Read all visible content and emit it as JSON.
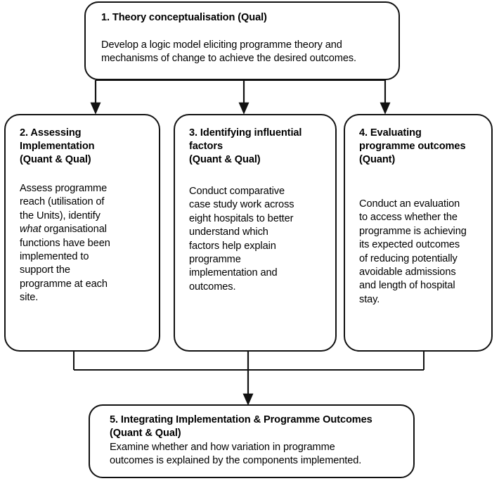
{
  "diagram": {
    "type": "flowchart",
    "orientation": "top-down",
    "stroke_color": "#111111",
    "background_color": "#ffffff",
    "nodes": [
      {
        "id": "node-1",
        "title": "1. Theory conceptualisation (Qual)",
        "body": "Develop a logic model eliciting programme theory and\nmechanisms of change to achieve the desired outcomes."
      },
      {
        "id": "node-2",
        "title": "2. Assessing\nImplementation\n(Quant & Qual)",
        "body_prefix": "Assess programme\nreach (utilisation of\nthe Units), identify\n",
        "body_italic": "what",
        "body_suffix": " organisational\nfunctions have been\nimplemented to\nsupport the\nprogramme at each\nsite."
      },
      {
        "id": "node-3",
        "title": "3. Identifying influential\nfactors\n(Quant & Qual)",
        "body": "Conduct comparative\ncase study work across\neight hospitals to better\nunderstand which\nfactors help explain\nprogramme\nimplementation and\noutcomes."
      },
      {
        "id": "node-4",
        "title": "4. Evaluating\nprogramme outcomes\n(Quant)",
        "body": "Conduct an evaluation\nto access whether the\nprogramme is achieving\nits expected outcomes\nof reducing potentially\navoidable admissions\nand length of hospital\nstay."
      },
      {
        "id": "node-5",
        "title": "5. Integrating Implementation & Programme Outcomes\n(Quant & Qual)",
        "body": "Examine whether and how variation in programme\noutcomes is explained by the components implemented."
      }
    ],
    "connectors": [
      {
        "id": "edge-1-to-2",
        "from": "node-1",
        "to": "node-2",
        "arrow": "down"
      },
      {
        "id": "edge-1-to-3",
        "from": "node-1",
        "to": "node-3",
        "arrow": "down"
      },
      {
        "id": "edge-1-to-4",
        "from": "node-1",
        "to": "node-4",
        "arrow": "down"
      },
      {
        "id": "edge-234-to-5",
        "from": "node-2,node-3,node-4",
        "to": "node-5",
        "arrow": "down"
      }
    ]
  }
}
